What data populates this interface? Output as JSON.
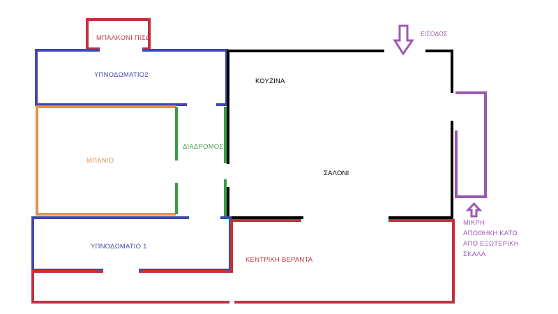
{
  "colors": {
    "balcony": "#c0313d",
    "bedroom": "#3f48b0",
    "bathroom": "#e0924f",
    "corridor": "#3d9a45",
    "main": "#000000",
    "storage": "#9b59b6",
    "veranda": "#c0313d"
  },
  "rooms": {
    "back_balcony": "ΜΠΑΛΚΟΝΙ ΠΙΣΩ",
    "bedroom2": "ΥΠΝΟΔΩΜΑΤΙΟ2",
    "kitchen": "ΚΟΥΖΙΝΑ",
    "entrance": "ΕΙΣΟΔΟΣ",
    "bathroom": "ΜΠΑΝΙΟ",
    "corridor": "ΔΙΑΔΡΟΜΟΣ",
    "living_room": "ΣΑΛΟΝΙ",
    "bedroom1": "ΥΠΝΟΔΩΜΑΤΙΟ 1",
    "main_veranda": "ΚΕΝΤΡΙΚΗ ΒΕΡΑΝΤΑ",
    "storage": "ΜΙΚΡΗ\nΑΠΟΘΗΚΗ ΚΑΤΩ\nΑΠΟ ΕΞΩΤΕΡΙΚΗ\nΣΚΑΛΑ"
  }
}
